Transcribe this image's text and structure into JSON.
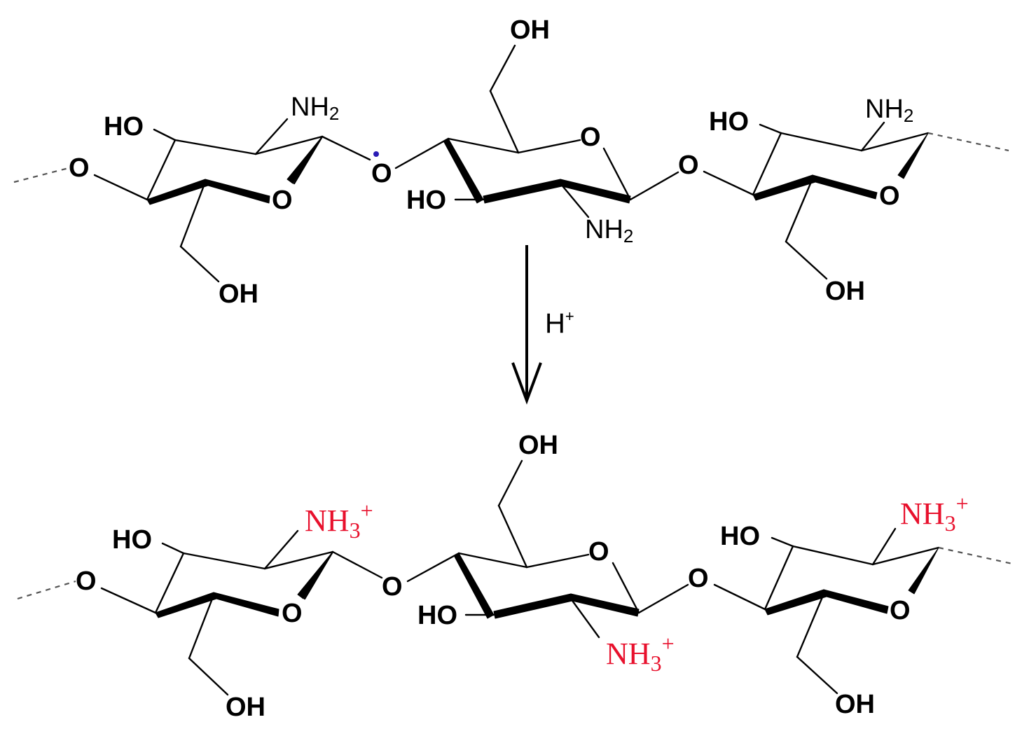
{
  "top": {
    "ring_left": {
      "oh_left": "HO",
      "amine": "NH",
      "amine_sub": "2",
      "ring_o": "O",
      "oh_bottom": "OH"
    },
    "link_left": "O",
    "glyco_o_left": "O",
    "ring_center": {
      "oh_top": "OH",
      "ring_o": "O",
      "oh_left": "HO",
      "amine": "NH",
      "amine_sub": "2"
    },
    "glyco_o_right": "O",
    "ring_right": {
      "oh_left": "HO",
      "amine": "NH",
      "amine_sub": "2",
      "ring_o": "O",
      "oh_bottom": "OH"
    }
  },
  "reaction": {
    "reagent": "H",
    "reagent_sup": "+"
  },
  "bottom": {
    "ring_left": {
      "oh_left": "HO",
      "amine": "NH",
      "amine_sub": "3",
      "amine_sup": "+",
      "ring_o": "O",
      "oh_bottom": "OH"
    },
    "link_left": "O",
    "glyco_o_left": "O",
    "ring_center": {
      "oh_top": "OH",
      "ring_o": "O",
      "oh_left": "HO",
      "amine": "NH",
      "amine_sub": "3",
      "amine_sup": "+"
    },
    "glyco_o_right": "O",
    "ring_right": {
      "oh_left": "HO",
      "amine": "NH",
      "amine_sub": "3",
      "amine_sup": "+",
      "ring_o": "O",
      "oh_bottom": "OH"
    }
  },
  "colors": {
    "protonated": "#e8112d",
    "radical_dot": "#2a1bb5"
  }
}
